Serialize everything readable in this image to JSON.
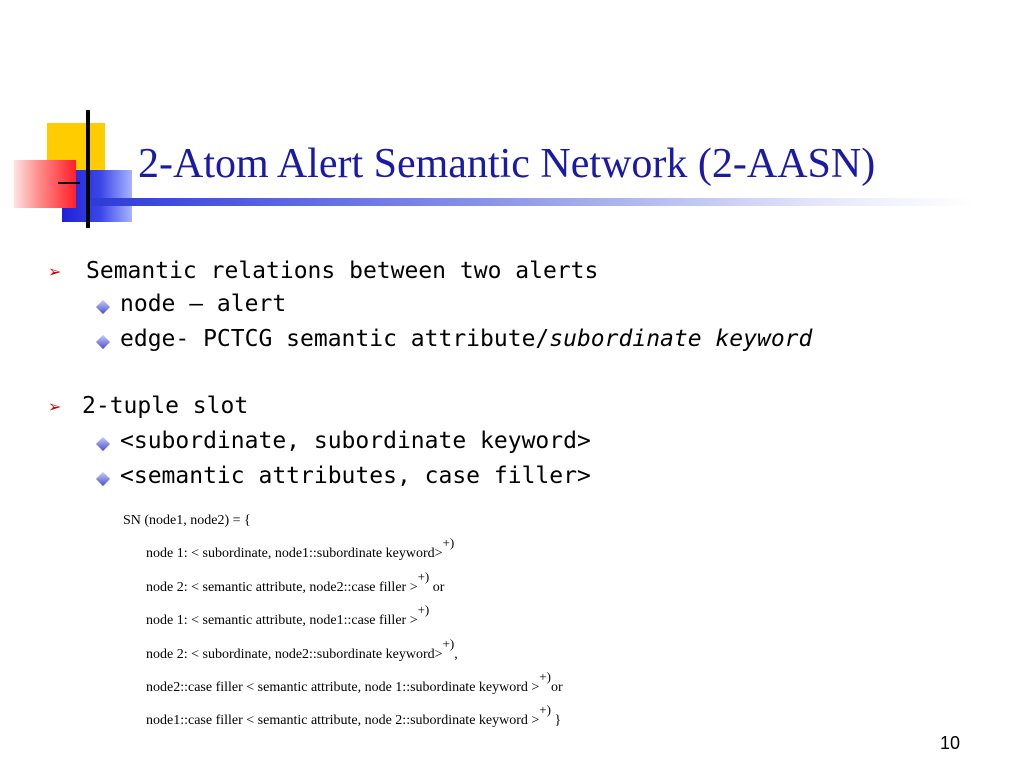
{
  "slide": {
    "title": "2-Atom Alert Semantic Network (2-AASN)",
    "page_number": "10"
  },
  "bullets": {
    "b1": {
      "text": "Semantic relations between two alerts",
      "sub": {
        "s1": "node – alert",
        "s2_prefix": "edge- PCTCG semantic attribute/",
        "s2_italic": "subordinate keyword"
      }
    },
    "b2": {
      "text": " 2-tuple slot",
      "sub": {
        "s1": "<subordinate, subordinate keyword>",
        "s2": "<semantic attributes, case filler>"
      }
    }
  },
  "formula": {
    "open": "SN (node1, node2) = {",
    "l1": "node 1: < subordinate, node1::subordinate keyword>",
    "l1_sup": "+)",
    "l2": "node 2: < semantic attribute, node2::case filler >",
    "l2_sup": "+)",
    "l2_tail": " or",
    "l3": "node 1: < semantic attribute, node1::case filler >",
    "l3_sup": "+)",
    "l4": "node 2: < subordinate, node2::subordinate keyword>",
    "l4_sup": "+)",
    "l4_tail": ",",
    "l5": "node2::case filler < semantic attribute, node 1::subordinate keyword >",
    "l5_sup": "+)",
    "l5_tail": "or",
    "l6": "node1::case filler < semantic attribute, node 2::subordinate keyword >",
    "l6_sup": "+)",
    "l6_tail": " }"
  },
  "icons": {
    "arrow": "➢",
    "diamond": "diamond-bullet-icon"
  },
  "colors": {
    "title": "#1a1aa6",
    "arrow": "#cc0000",
    "logo_yellow": "#ffcc00",
    "logo_blue": "#1f1fd9",
    "logo_red": "#ff1f2a"
  }
}
